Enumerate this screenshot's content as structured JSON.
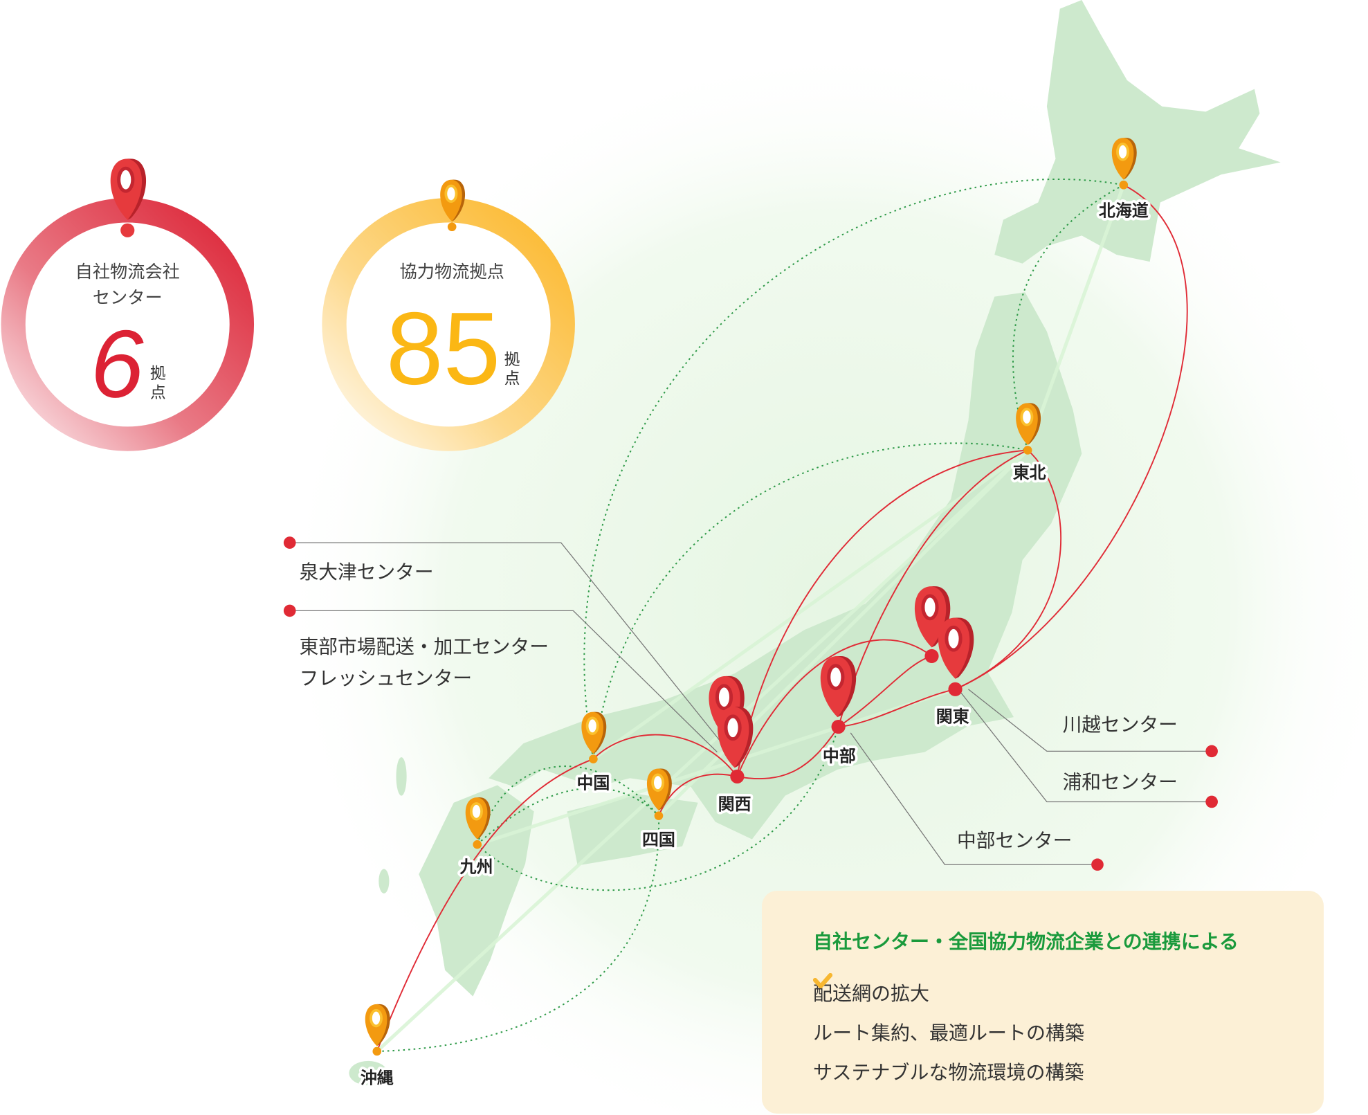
{
  "stats": [
    {
      "title_line1": "自社物流会社",
      "title_line2": "センター",
      "value": "6",
      "unit_line1": "拠",
      "unit_line2": "点",
      "color": "#dc2234"
    },
    {
      "title_line1": "協力物流拠点",
      "title_line2": "",
      "value": "85",
      "unit_line1": "拠",
      "unit_line2": "点",
      "color": "#fbb714"
    }
  ],
  "regions": {
    "hokkaido": "北海道",
    "tohoku": "東北",
    "kanto": "関東",
    "chubu": "中部",
    "kansai": "関西",
    "chugoku": "中国",
    "shikoku": "四国",
    "kyushu": "九州",
    "okinawa": "沖縄"
  },
  "centers": {
    "izumiotsu": "泉大津センター",
    "tobu_line1": "東部市場配送・加工センター",
    "tobu_line2": "フレッシュセンター",
    "kawagoe": "川越センター",
    "urawa": "浦和センター",
    "chubu": "中部センター"
  },
  "info_box": {
    "title": "自社センター・全国協力物流企業との連携による",
    "items": [
      "配送網の拡大",
      "ルート集約、最適ルートの構築",
      "サステナブルな物流環境の構築"
    ],
    "title_color": "#1a9a3c",
    "check_color": "#f7b731"
  },
  "colors": {
    "red": "#e02a35",
    "orange": "#f39a10",
    "land": "#cde9cd",
    "route_dotted": "#2e9a48"
  }
}
